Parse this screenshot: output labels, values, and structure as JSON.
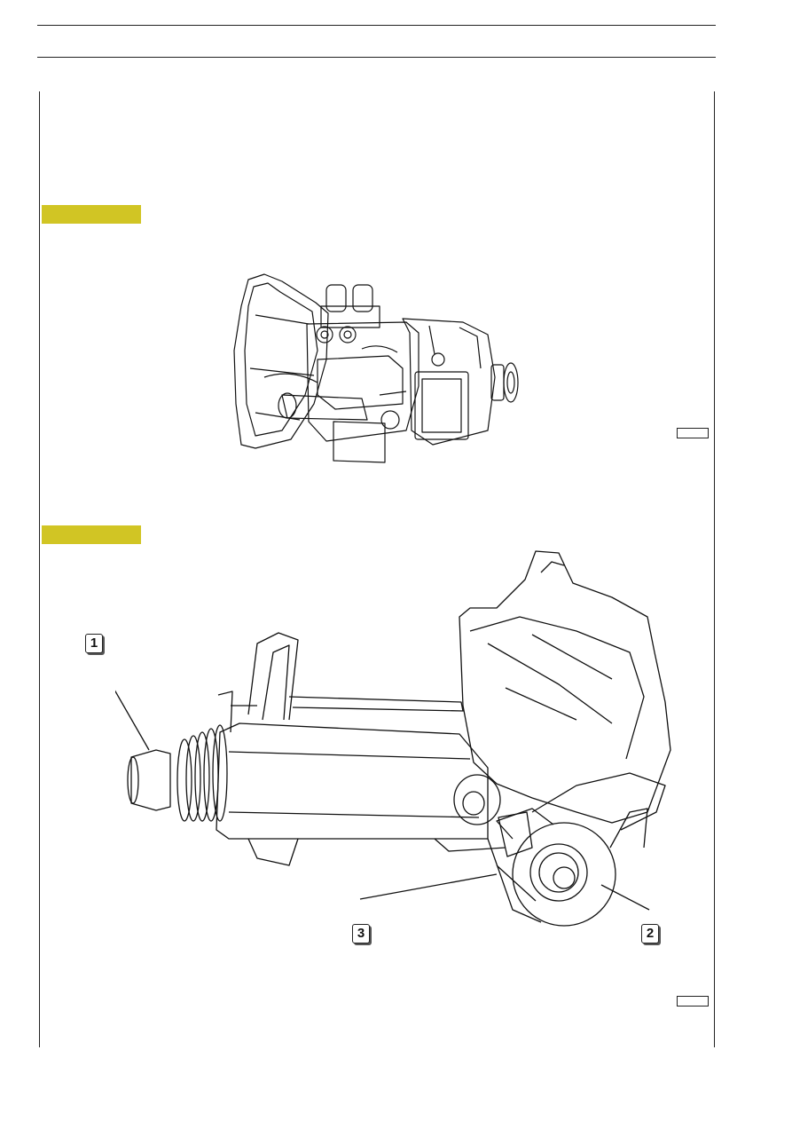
{
  "page": {
    "accent_color": "#d1c524",
    "line_color": "#222222"
  },
  "figure_top": {
    "description_icon": "gearbox-assembly-drawing"
  },
  "figure_bottom": {
    "description_icon": "clutch-actuator-drawing",
    "callouts": [
      "1",
      "2",
      "3"
    ]
  }
}
